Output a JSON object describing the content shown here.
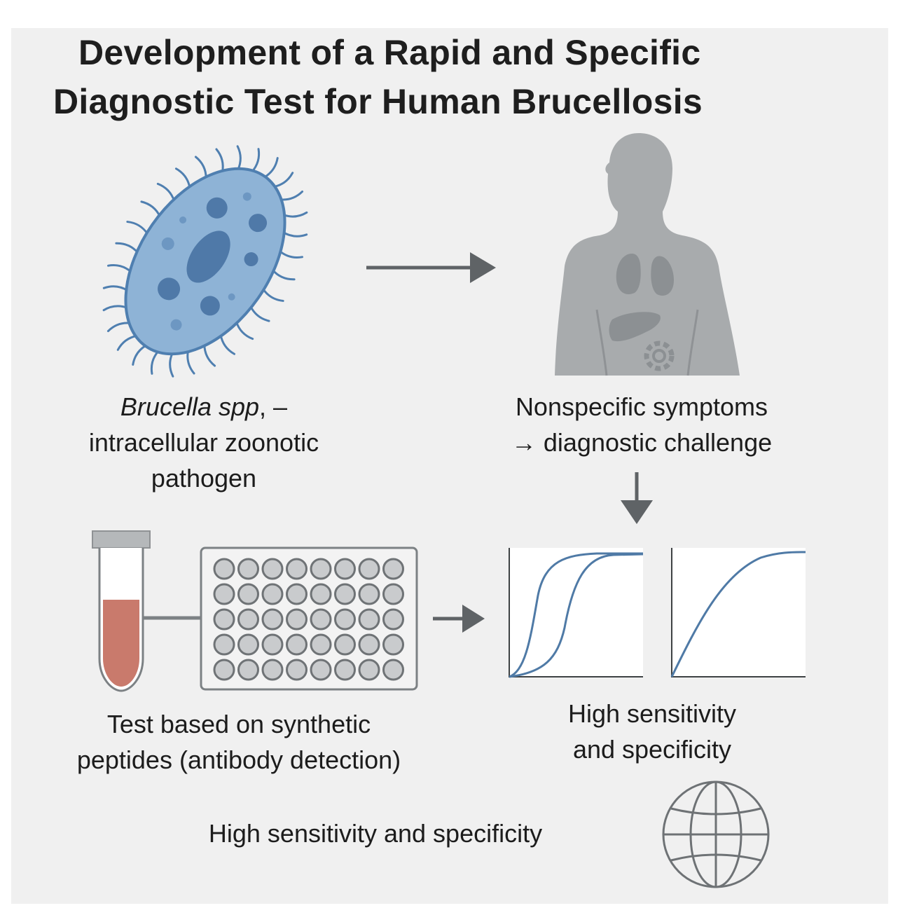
{
  "title": {
    "line1": "Development of a Rapid and Specific",
    "line2": "Diagnostic Test for Human Brucellosis"
  },
  "pathogen": {
    "name": "Brucella spp",
    "suffix": ", –",
    "line2": "intracellular zoonotic",
    "line3": "pathogen"
  },
  "symptoms": {
    "line1": "Nonspecific symptoms",
    "line2": "→ diagnostic challenge"
  },
  "test": {
    "line1": "Test based on synthetic",
    "line2": "peptides (antibody detection)"
  },
  "results": {
    "line1": "High sensitivity",
    "line2": "and specificity"
  },
  "footer": {
    "text": "High sensitivity and specificity"
  },
  "colors": {
    "bacterium": "#8eb3d6",
    "bacterium_outline": "#4f7fb0",
    "body": "#a8abad",
    "organ": "#8c9093",
    "arrow": "#5f6366",
    "blood": "#c97a6c",
    "curve": "#4f7aa6",
    "globe": "#6e7275"
  },
  "icons": [
    "bacterium-icon",
    "human-body-icon",
    "test-tube-icon",
    "well-plate-icon",
    "curve-chart-icon",
    "globe-icon",
    "arrow-right-icon",
    "arrow-down-icon"
  ]
}
